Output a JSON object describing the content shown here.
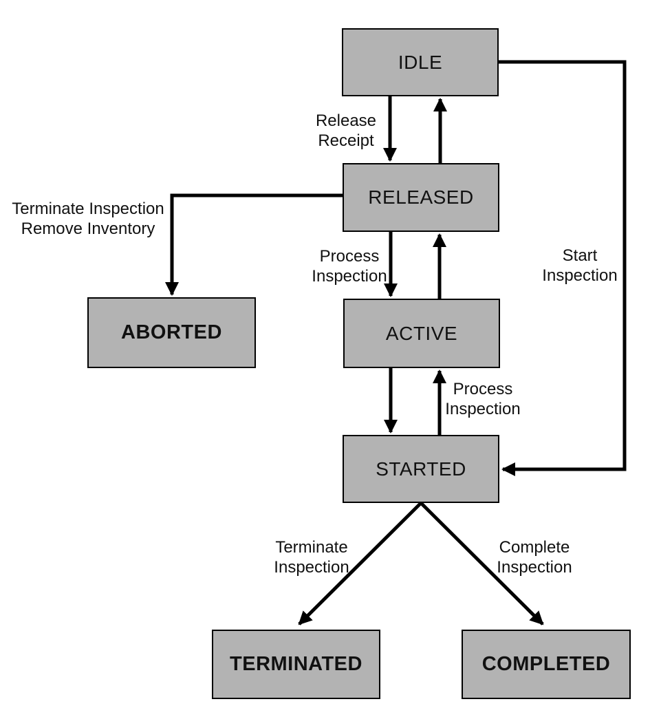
{
  "diagram": {
    "type": "state-machine-flowchart",
    "background_color": "#ffffff",
    "box_fill_color": "#b3b3b3",
    "box_border_color": "#000000",
    "arrow_color": "#000000",
    "text_color": "#111111"
  },
  "states": {
    "idle": {
      "label": "IDLE"
    },
    "released": {
      "label": "RELEASED"
    },
    "active": {
      "label": "ACTIVE"
    },
    "started": {
      "label": "STARTED"
    },
    "aborted": {
      "label": "ABORTED"
    },
    "terminated": {
      "label": "TERMINATED"
    },
    "completed": {
      "label": "COMPLETED"
    }
  },
  "edge_labels": {
    "release_receipt": {
      "line1": "Release",
      "line2": "Receipt"
    },
    "process_inspection_top": {
      "line1": "Process",
      "line2": "Inspection"
    },
    "process_inspection_bottom": {
      "line1": "Process",
      "line2": "Inspection"
    },
    "start_inspection": {
      "line1": "Start",
      "line2": "Inspection"
    },
    "terminate_remove": {
      "line1": "Terminate Inspection",
      "line2": "Remove Inventory"
    },
    "terminate_inspection": {
      "line1": "Terminate",
      "line2": "Inspection"
    },
    "complete_inspection": {
      "line1": "Complete",
      "line2": "Inspection"
    }
  },
  "transitions": [
    {
      "from": "IDLE",
      "to": "RELEASED",
      "label": "Release Receipt"
    },
    {
      "from": "RELEASED",
      "to": "IDLE",
      "label": ""
    },
    {
      "from": "RELEASED",
      "to": "ACTIVE",
      "label": "Process Inspection"
    },
    {
      "from": "ACTIVE",
      "to": "RELEASED",
      "label": ""
    },
    {
      "from": "ACTIVE",
      "to": "STARTED",
      "label": ""
    },
    {
      "from": "STARTED",
      "to": "ACTIVE",
      "label": "Process Inspection"
    },
    {
      "from": "RELEASED",
      "to": "ABORTED",
      "label": "Terminate Inspection / Remove Inventory"
    },
    {
      "from": "IDLE",
      "to": "STARTED",
      "label": "Start Inspection"
    },
    {
      "from": "STARTED",
      "to": "TERMINATED",
      "label": "Terminate Inspection"
    },
    {
      "from": "STARTED",
      "to": "COMPLETED",
      "label": "Complete Inspection"
    }
  ]
}
